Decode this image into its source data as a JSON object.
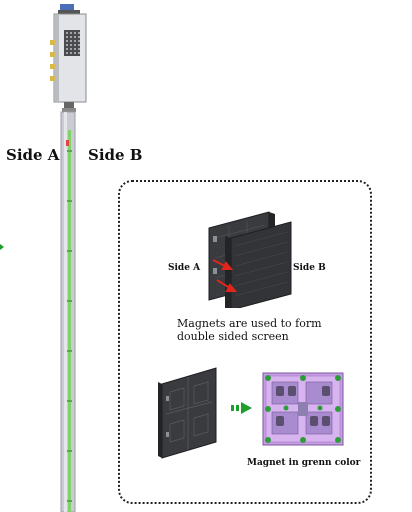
{
  "side_labels": {
    "side_a": "Side A",
    "side_b": "Side B"
  },
  "detail": {
    "side_a": "Side A",
    "side_b": "Side B",
    "magnets_caption_line1": "Magnets are used to form",
    "magnets_caption_line2": "double sided screen",
    "magnet_color_caption": "Magnet in grenn color"
  },
  "colors": {
    "pole": "#c9ccd2",
    "pole_stripe": "#7fd36a",
    "cabinet": "#e2e4e7",
    "panel": "#3a3b3e",
    "magnet_arrow": "#e0261b",
    "step_arrow": "#1e9e2a",
    "board": "#c89be6",
    "magnet_dot": "#2f9b3a"
  }
}
